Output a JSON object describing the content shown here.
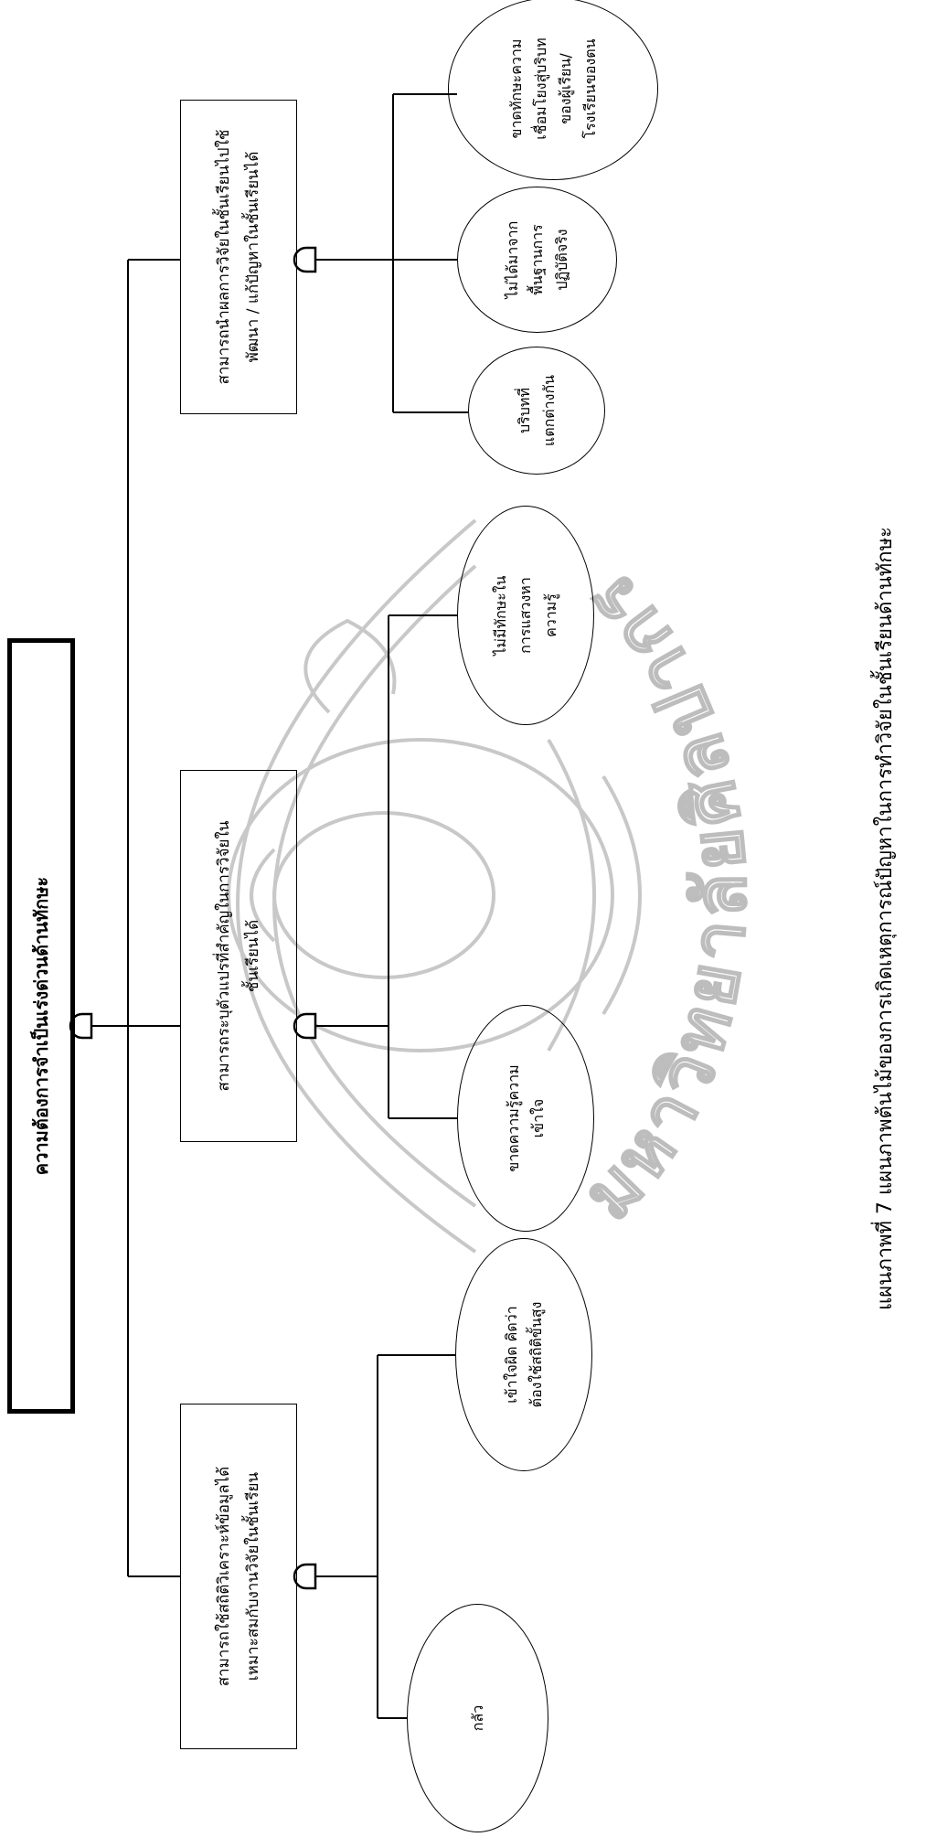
{
  "root": {
    "label": "ความต้องการจำเป็นเร่งด่วนด้านทักษะ"
  },
  "branches": [
    {
      "label_lines": [
        "สามารถใช้สถิติวิเคราะห์ข้อมูลได้",
        "เหมาะสมกับงานวิจัยในชั้นเรียน"
      ],
      "causes": [
        {
          "lines": [
            "กลัว"
          ]
        },
        {
          "lines": [
            "เข้าใจผิด คิดว่า",
            "ต้องใช้สถิติขั้นสูง"
          ]
        }
      ]
    },
    {
      "label_lines": [
        "สามารถระบุตัวแปรที่สำคัญในการวิจัยใน",
        "ชั้นเรียนได้"
      ],
      "causes": [
        {
          "lines": [
            "ขาดความรู้ความ",
            "เข้าใจ"
          ]
        },
        {
          "lines": [
            "ไม่มีทักษะใน",
            "การแสวงหา",
            "ความรู้"
          ]
        }
      ]
    },
    {
      "label_lines": [
        "สามารถนำผลการวิจัยในชั้นเรียนไปใช้",
        "พัฒนา / แก้ปัญหาในชั้นเรียนได้"
      ],
      "causes": [
        {
          "lines": [
            "บริบทที่",
            "แตกต่างกัน"
          ]
        },
        {
          "lines": [
            "ไม่ได้มาจาก",
            "พื้นฐานการ",
            "ปฏิบัติจริง"
          ]
        },
        {
          "lines": [
            "ขาดทักษะความ",
            "เชื่อมโยงสู่บริบท",
            "ของผู้เรียน/",
            "โรงเรียนของตน"
          ]
        }
      ]
    }
  ],
  "caption": "แผนภาพที่ 7 แผนภาพต้นไม้ของการเกิดเหตุการณ์ปัญหาในการทำวิจัยในชั้นเรียนด้านทักษะ",
  "watermark": {
    "text": "มหาวิทยาลัยศิลปากร",
    "color": "#bdbdbd"
  }
}
